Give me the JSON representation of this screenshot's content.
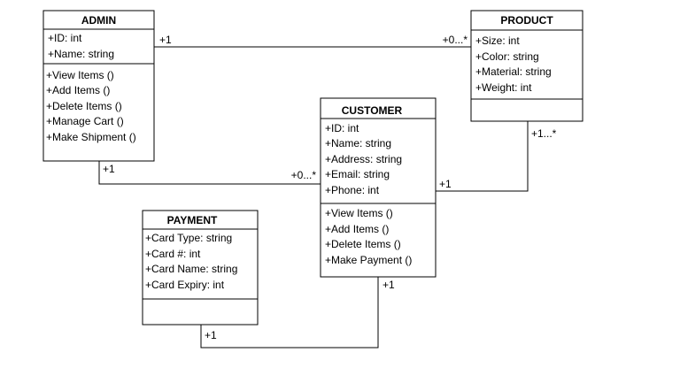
{
  "classes": {
    "admin": {
      "name": "ADMIN",
      "attributes": [
        "+ID: int",
        "+Name: string"
      ],
      "methods": [
        "+View Items ()",
        "+Add Items ()",
        "+Delete Items ()",
        "+Manage Cart ()",
        "+Make Shipment ()"
      ]
    },
    "product": {
      "name": "PRODUCT",
      "attributes": [
        "+Size: int",
        "+Color: string",
        "+Material: string",
        "+Weight: int"
      ],
      "methods": []
    },
    "customer": {
      "name": "CUSTOMER",
      "attributes": [
        "+ID: int",
        "+Name: string",
        "+Address: string",
        "+Email: string",
        "+Phone: int"
      ],
      "methods": [
        "+View Items ()",
        "+Add Items ()",
        "+Delete Items ()",
        "+Make Payment ()"
      ]
    },
    "payment": {
      "name": "PAYMENT",
      "attributes": [
        "+Card Type: string",
        "+Card #: int",
        "+Card Name: string",
        "+Card Expiry: int"
      ],
      "methods": []
    }
  },
  "associations": {
    "admin_product": {
      "admin_end": "+1",
      "product_end": "+0...*"
    },
    "admin_customer": {
      "admin_end": "+1",
      "customer_end": "+0...*"
    },
    "customer_product": {
      "customer_end": "+1",
      "product_end": "+1...*"
    },
    "customer_payment": {
      "customer_end": "+1",
      "payment_end": "+1"
    }
  },
  "colors": {
    "line": "#000000",
    "background": "#ffffff"
  }
}
